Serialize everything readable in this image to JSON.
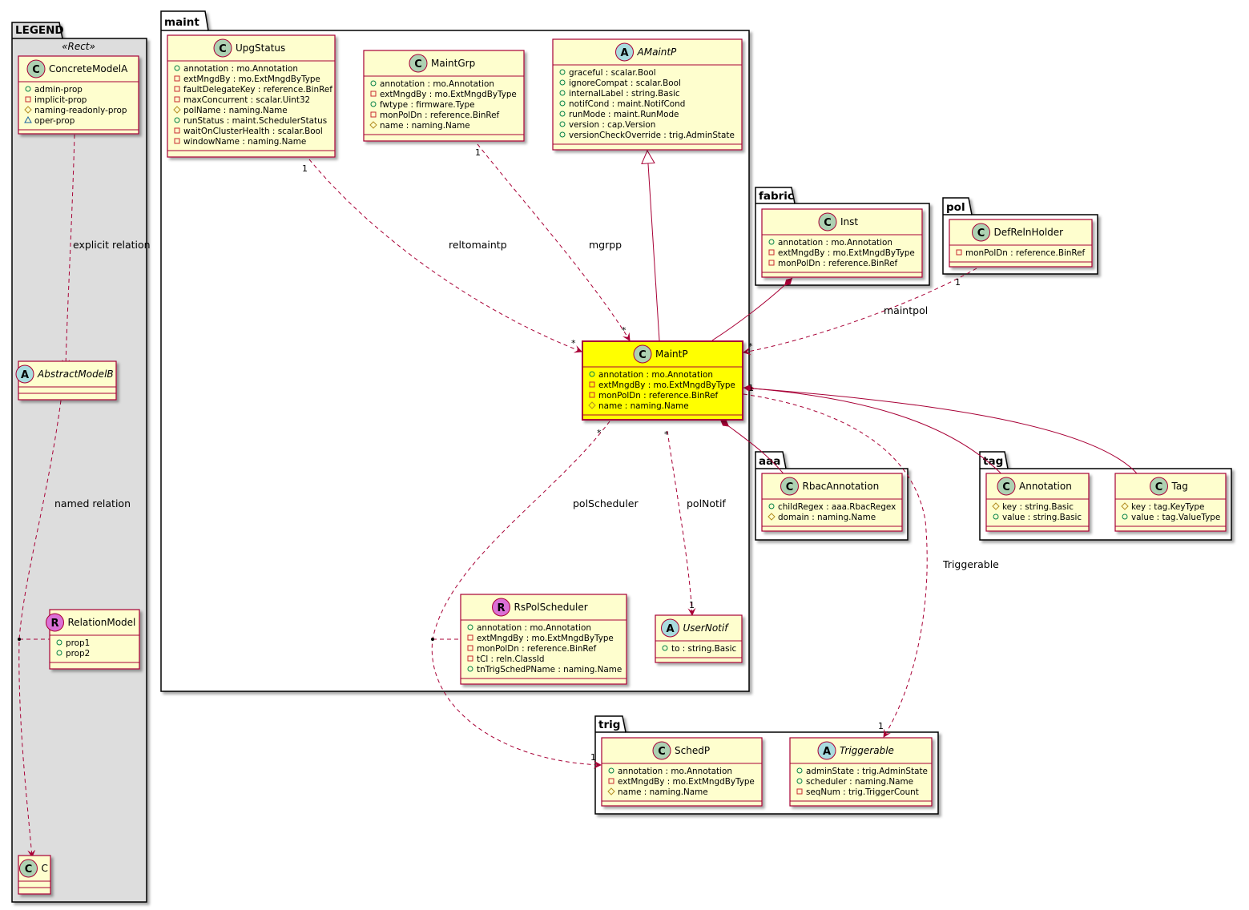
{
  "legend": {
    "title": "LEGEND",
    "stereotype": "«Rect»",
    "concrete": {
      "name": "ConcreteModelA",
      "attrs": [
        "admin-prop",
        "implicit-prop",
        "naming-readonly-prop",
        "oper-prop"
      ]
    },
    "abstract": {
      "name": "AbstractModelB"
    },
    "relation": {
      "name": "RelationModel",
      "attrs": [
        "prop1",
        "prop2"
      ]
    },
    "c": {
      "name": "C"
    },
    "explicit_label": "explicit relation",
    "named_label": "named relation"
  },
  "packages": {
    "maint": "maint",
    "fabric": "fabric",
    "pol": "pol",
    "aaa": "aaa",
    "tag": "tag",
    "trig": "trig"
  },
  "classes": {
    "upgstatus": {
      "name": "UpgStatus",
      "attrs": [
        "annotation : mo.Annotation",
        "extMngdBy : mo.ExtMngdByType",
        "faultDelegateKey : reference.BinRef",
        "maxConcurrent : scalar.Uint32",
        "polName : naming.Name",
        "runStatus : maint.SchedulerStatus",
        "waitOnClusterHealth : scalar.Bool",
        "windowName : naming.Name"
      ]
    },
    "maintgrp": {
      "name": "MaintGrp",
      "attrs": [
        "annotation : mo.Annotation",
        "extMngdBy : mo.ExtMngdByType",
        "fwtype : firmware.Type",
        "monPolDn : reference.BinRef",
        "name : naming.Name"
      ]
    },
    "amaintp": {
      "name": "AMaintP",
      "attrs": [
        "graceful : scalar.Bool",
        "ignoreCompat : scalar.Bool",
        "internalLabel : string.Basic",
        "notifCond : maint.NotifCond",
        "runMode : maint.RunMode",
        "version : cap.Version",
        "versionCheckOverride : trig.AdminState"
      ]
    },
    "maintp": {
      "name": "MaintP",
      "attrs": [
        "annotation : mo.Annotation",
        "extMngdBy : mo.ExtMngdByType",
        "monPolDn : reference.BinRef",
        "name : naming.Name"
      ]
    },
    "rspolscheduler": {
      "name": "RsPolScheduler",
      "attrs": [
        "annotation : mo.Annotation",
        "extMngdBy : mo.ExtMngdByType",
        "monPolDn : reference.BinRef",
        "tCl : reln.ClassId",
        "tnTrigSchedPName : naming.Name"
      ]
    },
    "usernotif": {
      "name": "UserNotif",
      "attrs": [
        "to : string.Basic"
      ]
    },
    "inst": {
      "name": "Inst",
      "attrs": [
        "annotation : mo.Annotation",
        "extMngdBy : mo.ExtMngdByType",
        "monPolDn : reference.BinRef"
      ]
    },
    "defrelnholder": {
      "name": "DefRelnHolder",
      "attrs": [
        "monPolDn : reference.BinRef"
      ]
    },
    "rbacannotation": {
      "name": "RbacAnnotation",
      "attrs": [
        "childRegex : aaa.RbacRegex",
        "domain : naming.Name"
      ]
    },
    "annotation": {
      "name": "Annotation",
      "attrs": [
        "key : string.Basic",
        "value : string.Basic"
      ]
    },
    "tag": {
      "name": "Tag",
      "attrs": [
        "key : tag.KeyType",
        "value : tag.ValueType"
      ]
    },
    "schedp": {
      "name": "SchedP",
      "attrs": [
        "annotation : mo.Annotation",
        "extMngdBy : mo.ExtMngdByType",
        "name : naming.Name"
      ]
    },
    "triggerable": {
      "name": "Triggerable",
      "attrs": [
        "adminState : trig.AdminState",
        "scheduler : naming.Name",
        "seqNum : trig.TriggerCount"
      ]
    }
  },
  "edges": {
    "reltomaintp": "reltomaintp",
    "mgrpp": "mgrpp",
    "maintpol": "maintpol",
    "polscheduler": "polScheduler",
    "polnotif": "polNotif",
    "triggerable": "Triggerable"
  },
  "multiplicities": {
    "one": "1",
    "many": "*"
  },
  "colors": {
    "class_fill": "#FEFECE",
    "class_border": "#A80036",
    "highlight_fill": "#FFFF00",
    "legend_fill": "#DDDDDD",
    "edge": "#A80036",
    "c_circle": "#ADD1B2",
    "a_circle": "#A9DCDF",
    "r_circle": "#DA70D6"
  }
}
